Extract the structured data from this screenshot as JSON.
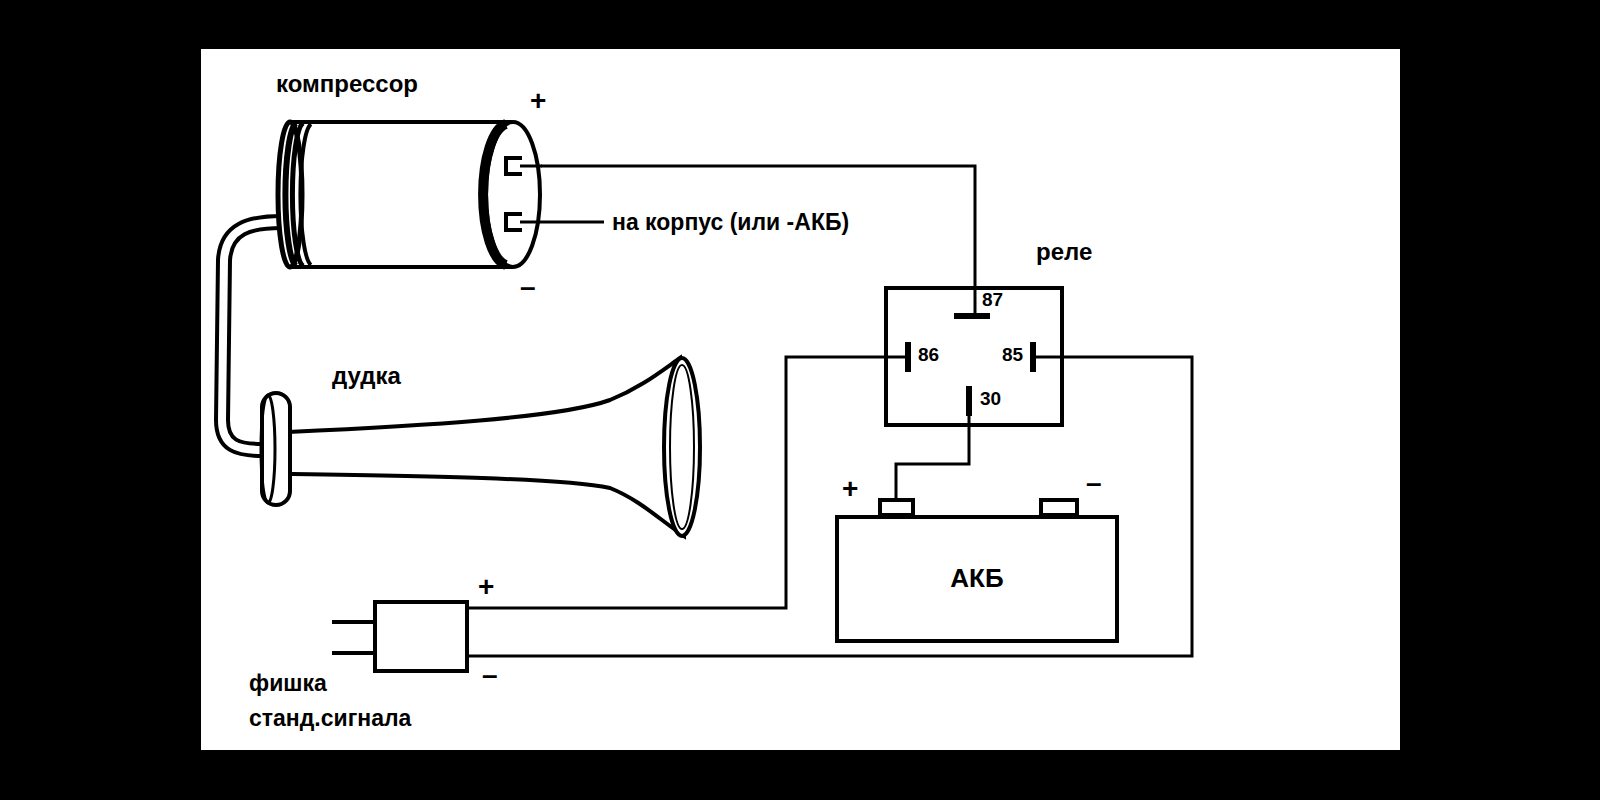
{
  "diagram": {
    "nodes": [
      {
        "text": [
          "компрессор"
        ]
      },
      {
        "text": [
          "реле"
        ]
      },
      {
        "text": [
          "АКБ"
        ]
      },
      {
        "text": [
          "фишка станд.сигнала"
        ]
      }
    ],
    "edges": [
      {
        "from": 0,
        "to": 1,
        "arrow": "none"
      },
      {
        "from": 3,
        "to": 1,
        "arrow": "none"
      },
      {
        "from": 3,
        "to": 1,
        "arrow": "none"
      },
      {
        "from": 2,
        "to": 1,
        "arrow": "none"
      }
    ],
    "labels": [
      "+",
      "на корпус (или -АКБ)",
      "–",
      "дудка",
      "87",
      "86",
      "85",
      "30",
      "+",
      "–",
      "+",
      "–"
    ]
  }
}
